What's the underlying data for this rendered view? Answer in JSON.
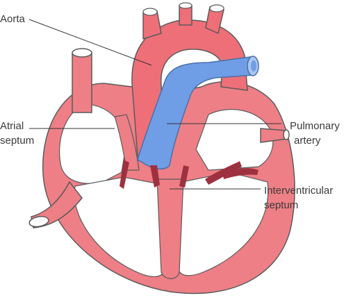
{
  "labels": {
    "aorta": "Aorta",
    "atrial_septum_line1": "Atrial",
    "atrial_septum_line2": "septum",
    "pulmonary_artery_line1": "Pulmonary",
    "pulmonary_artery_line2": "artery",
    "interventricular_line1": "Interventricular",
    "interventricular_line2": "septum"
  },
  "colors": {
    "heart_wall": "#ee7f86",
    "heart_outline": "#5a5a5a",
    "aorta": "#ee6f78",
    "pulmonary_artery": "#6f9ee6",
    "chamber": "#ffffff",
    "valve_muscle": "#9e3140"
  }
}
